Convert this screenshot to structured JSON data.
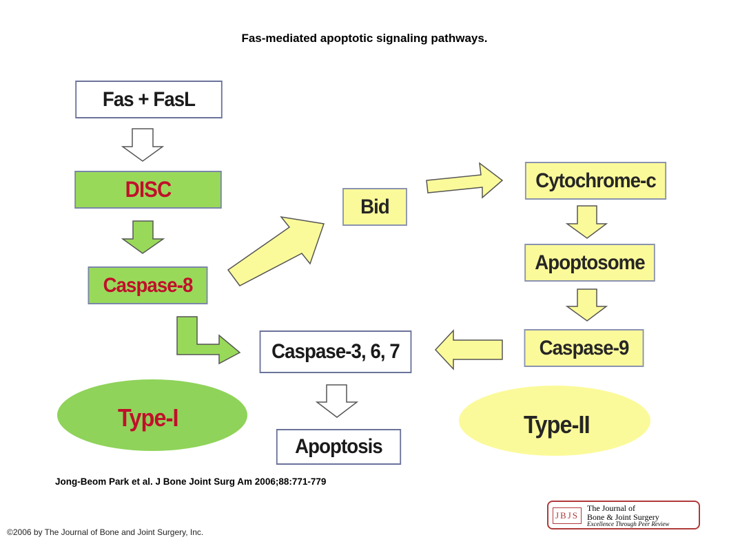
{
  "title": "Fas-mediated apoptotic signaling pathways.",
  "nodes": {
    "fas_fasl": "Fas + FasL",
    "disc": "DISC",
    "caspase8": "Caspase-8",
    "bid": "Bid",
    "cytochrome_c": "Cytochrome-c",
    "apoptosome": "Apoptosome",
    "caspase9": "Caspase-9",
    "caspase367": "Caspase-3, 6, 7",
    "apoptosis": "Apoptosis"
  },
  "labels": {
    "type1": "Type-I",
    "type2": "Type-II"
  },
  "citation": "Jong-Beom Park et al. J Bone Joint Surg Am 2006;88:771-779",
  "copyright": "©2006 by The Journal of Bone and Joint Surgery, Inc.",
  "logo": {
    "abbr": "JBJS",
    "line1": "The Journal of",
    "line2": "Bone & Joint Surgery",
    "line3": "Excellence Through Peer Review"
  },
  "colors": {
    "green_fill": "#99d95a",
    "yellow_fill": "#fbfa9a",
    "red_text": "#c0102b",
    "type1_ellipse": "#8fd35a",
    "type2_ellipse": "#fbfa9a"
  }
}
